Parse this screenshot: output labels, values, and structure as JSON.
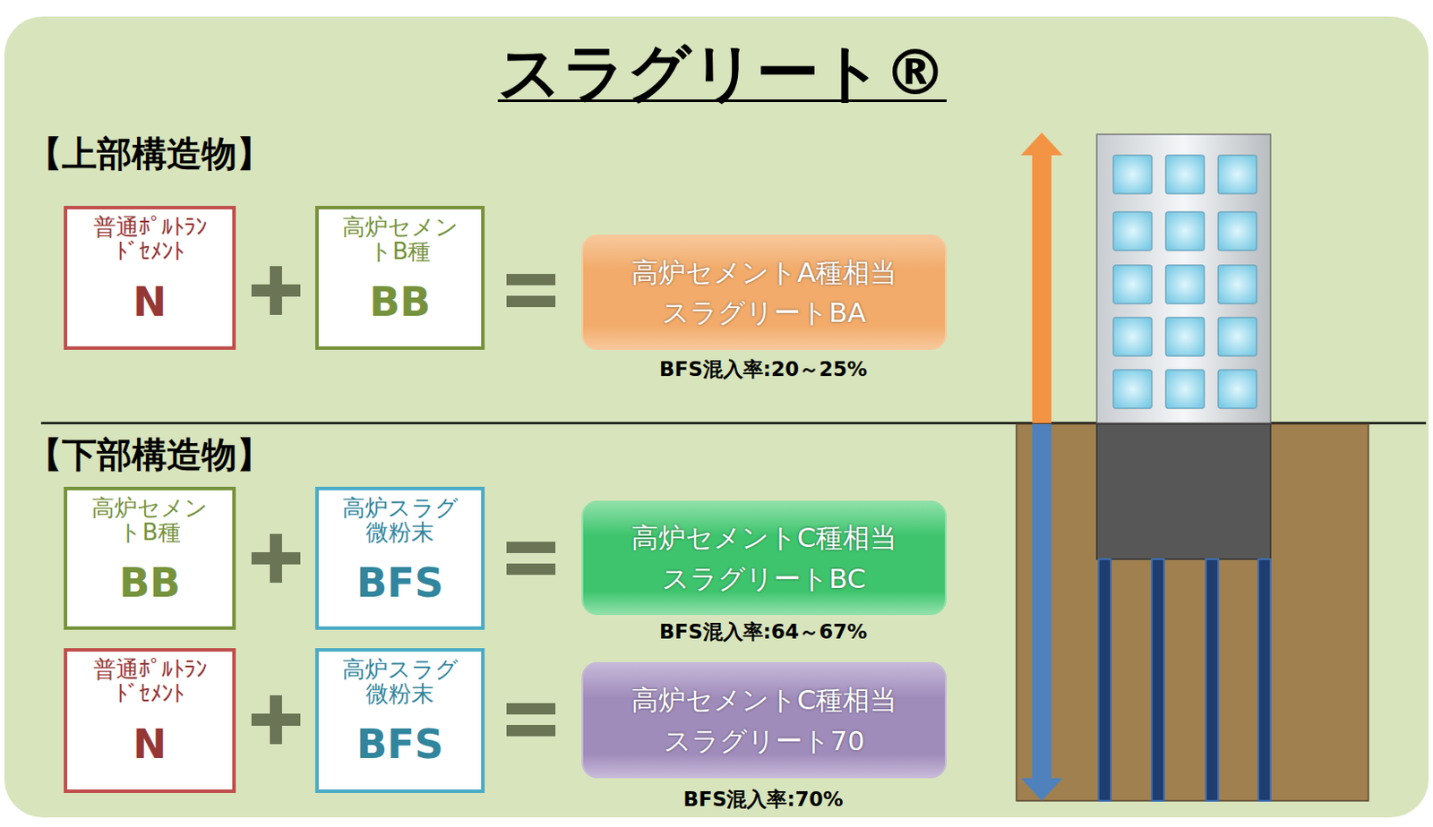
{
  "diagram": {
    "title": "スラグリート®",
    "nodes": [
      {
        "text": [
          "普通ﾎﾟﾙﾄﾗﾝﾄﾞｾﾒﾝﾄ",
          "N"
        ]
      },
      {
        "text": [
          "高炉セメントB種",
          "BB"
        ]
      },
      {
        "text": [
          "高炉セメントA種相当",
          "スラグリートBA"
        ]
      },
      {
        "text": [
          "高炉セメントB種",
          "BB"
        ]
      },
      {
        "text": [
          "高炉スラグ微粉末",
          "BFS"
        ]
      },
      {
        "text": [
          "高炉セメントC種相当",
          "スラグリートBC"
        ]
      },
      {
        "text": [
          "普通ﾎﾟﾙﾄﾗﾝﾄﾞｾﾒﾝﾄ",
          "N"
        ]
      },
      {
        "text": [
          "高炉スラグ微粉末",
          "BFS"
        ]
      },
      {
        "text": [
          "高炉セメントC種相当",
          "スラグリート70"
        ]
      }
    ],
    "labels": [
      "【上部構造物】",
      "BFS混入率:20～25%",
      "【下部構造物】",
      "BFS混入率:64～67%",
      "BFS混入率:70%"
    ]
  }
}
